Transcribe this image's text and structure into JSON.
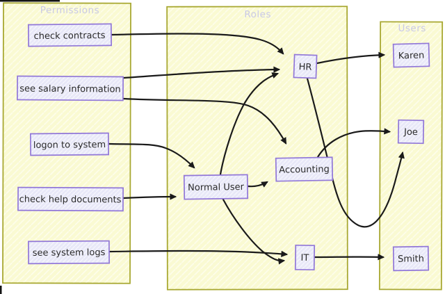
{
  "diagram": {
    "type": "directed-graph",
    "style": "hand-drawn-sketch",
    "clusters": {
      "permissions": {
        "label": "Permissions"
      },
      "roles": {
        "label": "Roles"
      },
      "users": {
        "label": "Users"
      }
    },
    "nodes": {
      "check_contracts": {
        "label": "check contracts",
        "cluster": "Permissions"
      },
      "see_salary_information": {
        "label": "see salary information",
        "cluster": "Permissions"
      },
      "logon_to_system": {
        "label": "logon to system",
        "cluster": "Permissions"
      },
      "check_help_documents": {
        "label": "check help documents",
        "cluster": "Permissions"
      },
      "see_system_logs": {
        "label": "see system logs",
        "cluster": "Permissions"
      },
      "hr": {
        "label": "HR",
        "cluster": "Roles"
      },
      "accounting": {
        "label": "Accounting",
        "cluster": "Roles"
      },
      "normal_user": {
        "label": "Normal User",
        "cluster": "Roles"
      },
      "it": {
        "label": "IT",
        "cluster": "Roles"
      },
      "karen": {
        "label": "Karen",
        "cluster": "Users"
      },
      "joe": {
        "label": "Joe",
        "cluster": "Users"
      },
      "smith": {
        "label": "Smith",
        "cluster": "Users"
      }
    },
    "edges": [
      {
        "from": "check contracts",
        "to": "HR"
      },
      {
        "from": "see salary information",
        "to": "HR"
      },
      {
        "from": "see salary information",
        "to": "Accounting"
      },
      {
        "from": "logon to system",
        "to": "Normal User"
      },
      {
        "from": "check help documents",
        "to": "Normal User"
      },
      {
        "from": "see system logs",
        "to": "IT"
      },
      {
        "from": "Normal User",
        "to": "HR"
      },
      {
        "from": "Normal User",
        "to": "Accounting"
      },
      {
        "from": "Normal User",
        "to": "IT"
      },
      {
        "from": "HR",
        "to": "Karen"
      },
      {
        "from": "HR",
        "to": "Joe"
      },
      {
        "from": "Accounting",
        "to": "Joe"
      },
      {
        "from": "IT",
        "to": "Smith"
      }
    ],
    "colors": {
      "cluster_fill": "#fafad2",
      "cluster_border": "#a8a832",
      "cluster_title": "#c9c9e6",
      "node_fill": "#e8e8f8",
      "node_border": "#9177d8",
      "node_text": "#2b2b2b",
      "edge": "#1a1a1a",
      "background": "#ffffff"
    }
  }
}
